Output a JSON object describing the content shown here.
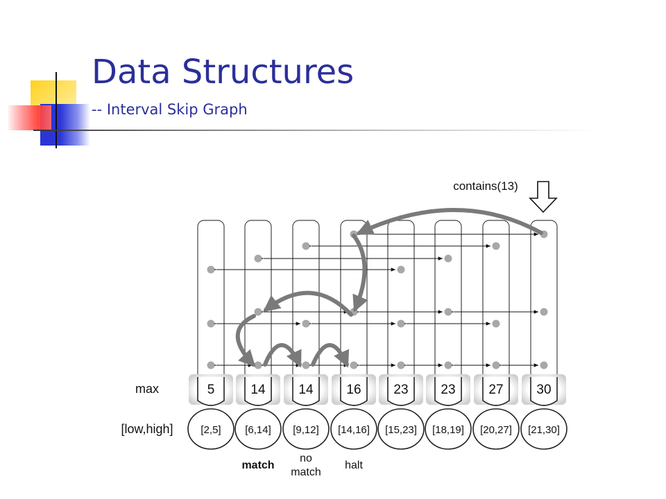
{
  "title": "Data Structures",
  "subtitle": "-- Interval Skip Graph",
  "query_label": "contains(13)",
  "row_labels": {
    "max": "max",
    "interval": "[low,high]"
  },
  "columns": [
    {
      "max": "14",
      "interval": "[6,14]",
      "status": "match"
    },
    {
      "max": "5",
      "interval": "[2,5]",
      "status": ""
    },
    {
      "max": "14",
      "interval": "[9,12]",
      "status": "no match"
    },
    {
      "max": "16",
      "interval": "[14,16]",
      "status": "halt"
    },
    {
      "max": "23",
      "interval": "[15,23]",
      "status": ""
    },
    {
      "max": "23",
      "interval": "[18,19]",
      "status": ""
    },
    {
      "max": "27",
      "interval": "[20,27]",
      "status": ""
    },
    {
      "max": "30",
      "interval": "[21,30]",
      "status": ""
    }
  ],
  "colors": {
    "title": "#2b2f9a",
    "node": "#a8a8a8",
    "path": "#7a7a7a",
    "deco_yellow": "#ffd21f",
    "deco_red": "#ff3b3b",
    "deco_blue": "#2b35d6"
  }
}
